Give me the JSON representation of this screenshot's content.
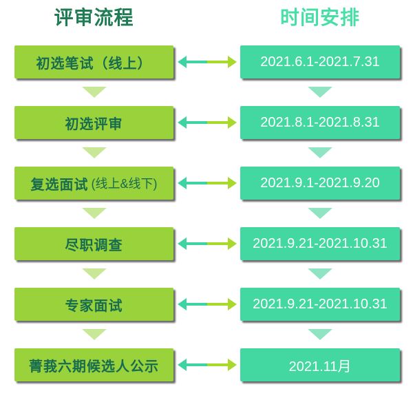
{
  "headers": {
    "process": "评审流程",
    "schedule": "时间安排"
  },
  "steps": [
    {
      "label": "初选笔试（线上）",
      "sub": "",
      "time": "2021.6.1-2021.7.31"
    },
    {
      "label": "初选评审",
      "sub": "",
      "time": "2021.8.1-2021.8.31"
    },
    {
      "label": "复选面试",
      "sub": "(线上&线下)",
      "time": "2021.9.1-2021.9.20"
    },
    {
      "label": "尽职调查",
      "sub": "",
      "time": "2021.9.21-2021.10.31"
    },
    {
      "label": "专家面试",
      "sub": "",
      "time": "2021.9.21-2021.10.31"
    },
    {
      "label": "菁莪六期候选人公示",
      "sub": "",
      "time": "2021.11月"
    }
  ],
  "icons": {
    "between_columns": "double-headed-arrow",
    "between_rows": "chevron-down"
  },
  "colors": {
    "green": "#9ad23c",
    "green-text": "#176c4f",
    "green-header": "#1f7c55",
    "green-arrow": "#a8d92b",
    "green-chevron": "#c8e897",
    "mint": "#43d7a2",
    "mint-header": "#48dfa7",
    "mint-arrow": "#3ed3a3",
    "mint-chevron": "#8fe4c4",
    "white-text": "#ffffff"
  }
}
